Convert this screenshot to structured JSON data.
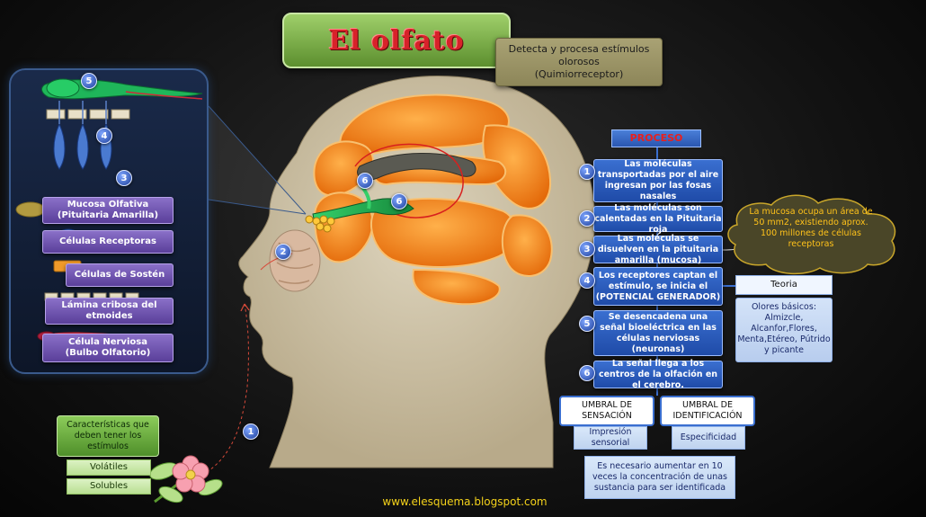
{
  "title": "El olfato",
  "description": [
    "Detecta y procesa estímulos",
    "olorosos",
    "(Quimiorreceptor)"
  ],
  "legend": [
    {
      "label": "Mucosa Olfativa\n(Pituitaria Amarilla)"
    },
    {
      "label": "Células Receptoras"
    },
    {
      "label": "Células de Sostén"
    },
    {
      "label": "Lámina cribosa del\netmoides"
    },
    {
      "label": "Célula Nerviosa\n(Bulbo Olfatorio)"
    }
  ],
  "diagram_numbers": [
    "1",
    "2",
    "3",
    "4",
    "5",
    "6"
  ],
  "process": {
    "header": "PROCESO",
    "steps": [
      {
        "num": "1",
        "text": "Las moléculas  transportadas por el aire ingresan por las fosas nasales"
      },
      {
        "num": "2",
        "text": "Las moléculas son calentadas en la Pituitaria roja"
      },
      {
        "num": "3",
        "text": "Las moléculas se  disuelven en la pituitaria amarilla (mucosa)"
      },
      {
        "num": "4",
        "text": "Los receptores captan el estímulo, se inicia el (POTENCIAL GENERADOR)"
      },
      {
        "num": "5",
        "text": "Se desencadena una señal bioeléctrica en las células nerviosas (neuronas)"
      },
      {
        "num": "6",
        "text": "La señal llega a los centros de la olfación en el cerebro."
      }
    ]
  },
  "mucosa_note": "La mucosa ocupa un área de 50 mm2, existiendo aprox. 100 millones de células receptoras",
  "theory": {
    "title": "Teoria Estereoquímica",
    "text": "Olores básicos: Almizcle, Alcanfor,Flores, Menta,Etéreo, Pútrido y picante"
  },
  "umbral": [
    {
      "title": "UMBRAL DE SENSACIÓN",
      "sub": "Impresión sensorial"
    },
    {
      "title": "UMBRAL DE IDENTIFICACIÓN",
      "sub": "Especificidad"
    }
  ],
  "identification_note": "Es necesario aumentar en 10 veces la concentración de unas sustancia para ser identificada",
  "stimulus": {
    "title": "Características que deben tener los estímulos",
    "items": [
      "Volátiles",
      "Solubles"
    ]
  },
  "footer": "www.elesquema.blogspot.com"
}
